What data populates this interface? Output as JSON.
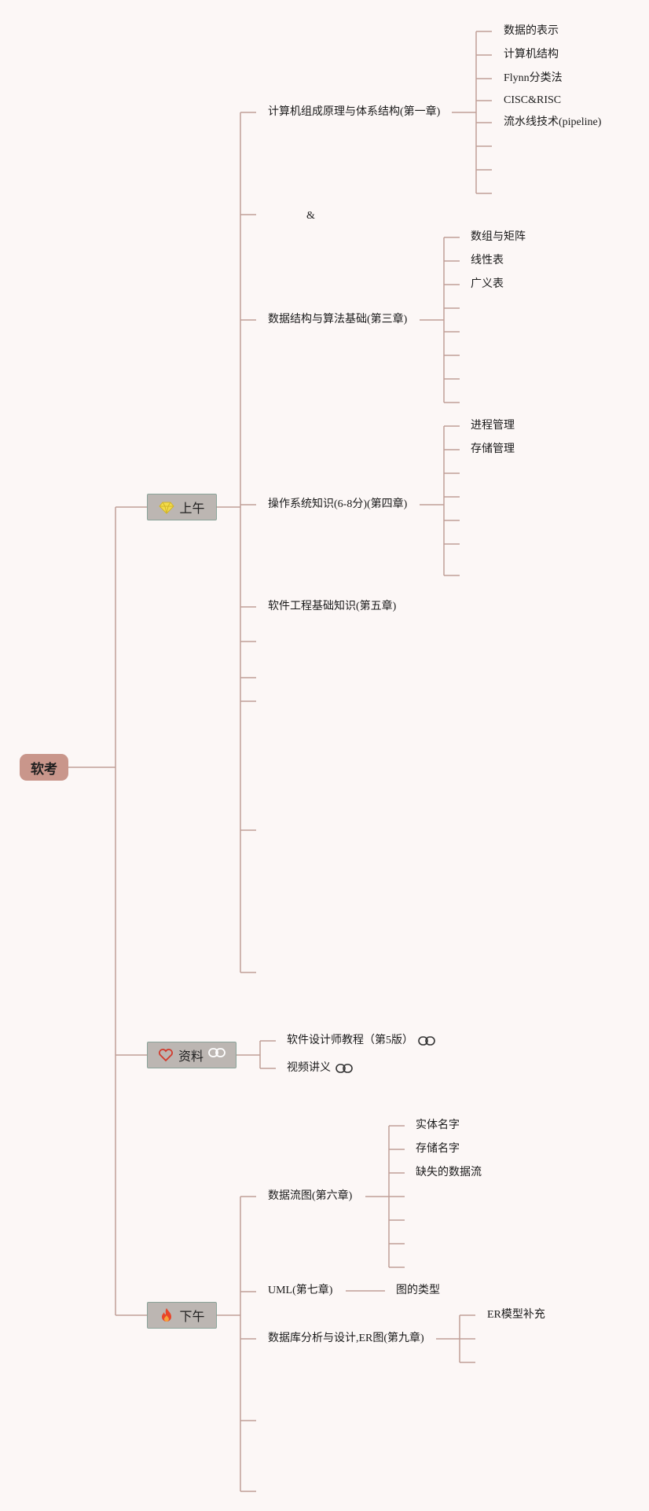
{
  "root": {
    "label": "软考"
  },
  "branches": {
    "am": {
      "label": "上午",
      "icon": "diamond-icon"
    },
    "ref": {
      "label": "资料",
      "icon": "heart-icon",
      "link_icon": "link-icon"
    },
    "pm": {
      "label": "下午",
      "icon": "fire-icon"
    }
  },
  "am_topics": {
    "ch1": {
      "label": "计算机组成原理与体系结构(第一章)",
      "children": [
        "数据的表示",
        "计算机结构",
        "Flynn分类法",
        "CISC&RISC",
        "流水线技术(pipeline)"
      ]
    },
    "amp": {
      "label": "&"
    },
    "ch3": {
      "label": "数据结构与算法基础(第三章)",
      "children": [
        "数组与矩阵",
        "线性表",
        "广义表"
      ]
    },
    "ch4": {
      "label": "操作系统知识(6-8分)(第四章)",
      "children": [
        "进程管理",
        "存储管理"
      ]
    },
    "ch5": {
      "label": "软件工程基础知识(第五章)"
    }
  },
  "ref_items": [
    "软件设计师教程（第5版）",
    "视频讲义"
  ],
  "pm_topics": {
    "ch6": {
      "label": "数据流图(第六章)",
      "children": [
        "实体名字",
        "存储名字",
        "缺失的数据流"
      ]
    },
    "ch7": {
      "label": "UML(第七章)",
      "children": [
        "图的类型"
      ]
    },
    "ch9": {
      "label": "数据库分析与设计,ER图(第九章)",
      "children": [
        "ER模型补充"
      ]
    }
  },
  "colors": {
    "line": "#c09f97",
    "root_fill": "#c9968b",
    "branch_fill": "#bcb6b2",
    "branch_border": "#8aa399",
    "background": "#fcf7f6"
  }
}
